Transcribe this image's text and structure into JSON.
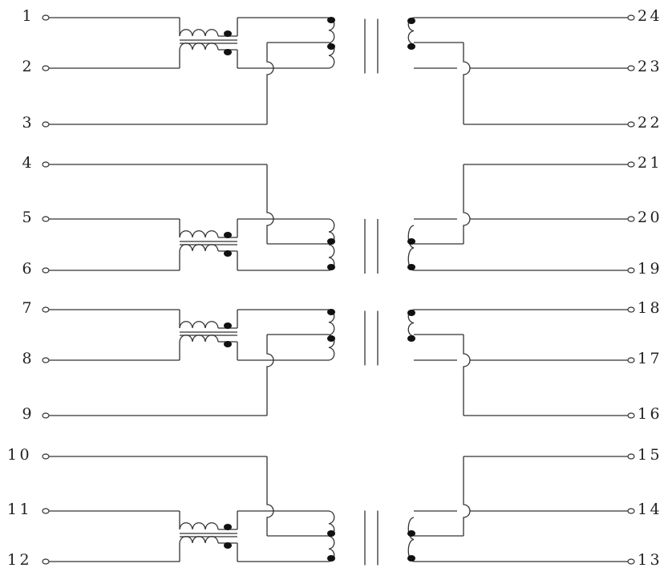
{
  "pins": {
    "left": [
      "1",
      "2",
      "3",
      "4",
      "5",
      "6",
      "7",
      "8",
      "9",
      "10",
      "11",
      "12"
    ],
    "right": [
      "24",
      "23",
      "22",
      "21",
      "20",
      "19",
      "18",
      "17",
      "16",
      "15",
      "14",
      "13"
    ]
  },
  "colors": {
    "line": "#333333",
    "dot": "#111111",
    "background": "#ffffff"
  }
}
